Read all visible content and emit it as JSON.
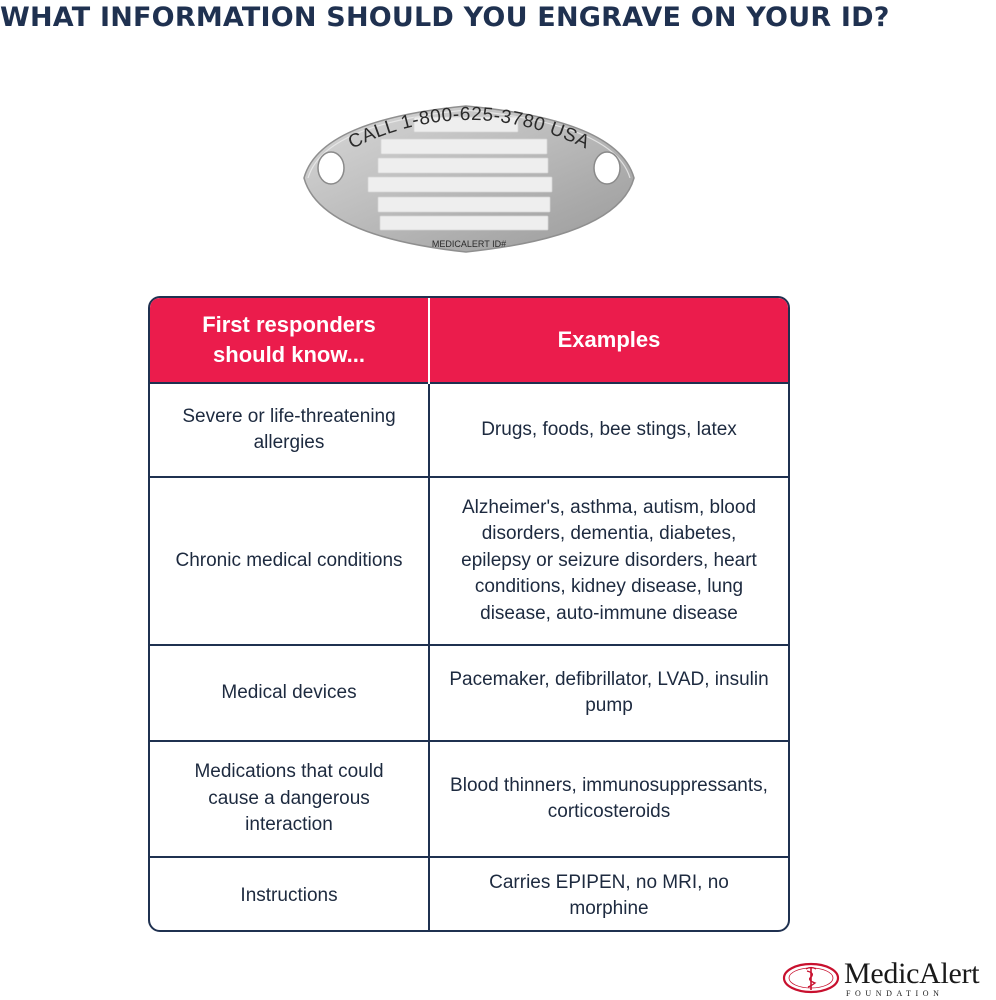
{
  "headline": "WHAT INFORMATION SHOULD YOU ENGRAVE ON YOUR ID?",
  "id_tag": {
    "top_text": "CALL 1-800-625-3780 USA",
    "bottom_text": "MEDICALERT ID#"
  },
  "table": {
    "headers": [
      "First responders should know...",
      "Examples"
    ],
    "rows": [
      [
        "Severe or life-threatening allergies",
        "Drugs, foods, bee stings, latex"
      ],
      [
        "Chronic medical conditions",
        "Alzheimer's, asthma, autism, blood disorders, dementia, diabetes, epilepsy or seizure disorders, heart conditions, kidney disease, lung disease, auto-immune disease"
      ],
      [
        "Medical devices",
        "Pacemaker, defibrillator, LVAD, insulin pump"
      ],
      [
        "Medications that could cause a dangerous interaction",
        "Blood thinners, immunosuppressants, corticosteroids"
      ],
      [
        "Instructions",
        "Carries EPIPEN, no MRI, no morphine"
      ]
    ]
  },
  "logo": {
    "name": "MedicAlert",
    "sub": "FOUNDATION"
  },
  "colors": {
    "navy": "#1f3150",
    "header_red": "#eb1c4c",
    "logo_red": "#c8102e"
  }
}
